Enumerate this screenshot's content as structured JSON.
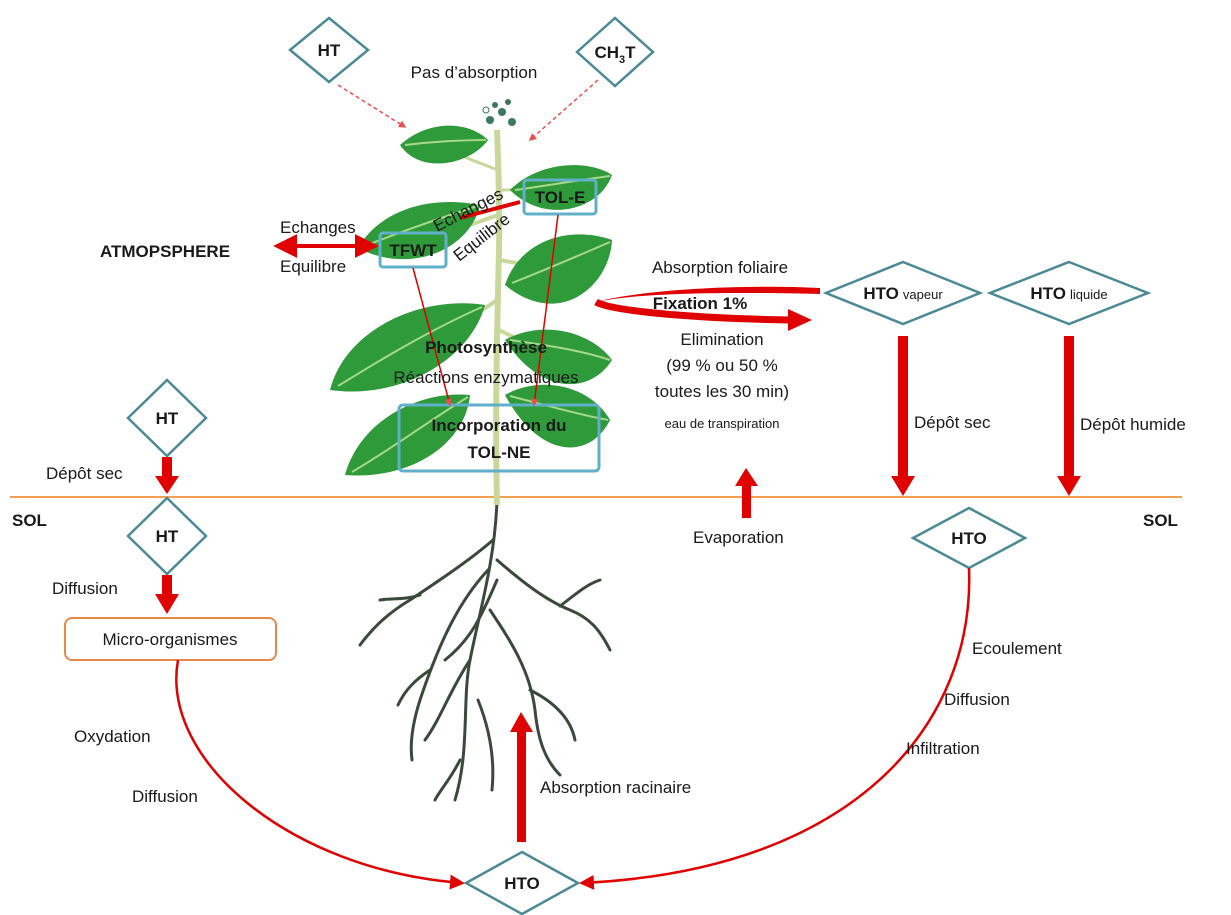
{
  "colors": {
    "arrow": "#e00000",
    "diamond_stroke": "#4a8a96",
    "box_stroke": "#5fb0c8",
    "micro_box_stroke": "#e8884a",
    "ground_line": "#f0a050",
    "leaf": "#2f9a3a",
    "leaf_dark": "#1f7a2a",
    "stem": "#c8d89a",
    "root": "#3a4a3a",
    "flower": "#3a7a5a"
  },
  "nodes": {
    "ht_top": "HT",
    "ch3t_main": "CH",
    "ch3t_sub": "3",
    "ch3t_end": "T",
    "ht_left": "HT",
    "ht_soil": "HT",
    "hto_vapeur_main": "HTO",
    "hto_vapeur_sub": "vapeur",
    "hto_liquide_main": "HTO",
    "hto_liquide_sub": "liquide",
    "hto_soil": "HTO",
    "hto_bottom": "HTO"
  },
  "boxes": {
    "tfwt": "TFWT",
    "tol_e": "TOL-E",
    "incorporation_line1": "Incorporation du",
    "incorporation_line2": "TOL-NE",
    "micro": "Micro-organismes"
  },
  "labels": {
    "pas_absorption": "Pas d’absorption",
    "atmosphere": "ATMOPSPHERE",
    "echanges": "Echanges",
    "equilibre": "Equilibre",
    "echanges_diag": "Echanges",
    "equilibre_diag": "Equilibre",
    "absorption_foliaire": "Absorption foliaire",
    "fixation": "Fixation 1%",
    "elimination": "Elimination",
    "elim_pct1": "(99 % ou 50 %",
    "elim_pct2": "toutes les 30 min)",
    "eau_transpiration": "eau de transpiration",
    "photosynthese": "Photosynthèse",
    "reactions": "Réactions enzymatiques",
    "depot_sec_left": "Dépôt sec",
    "depot_sec_right": "Dépôt sec",
    "depot_humide": "Dépôt humide",
    "sol_left": "SOL",
    "sol_right": "SOL",
    "evaporation": "Evaporation",
    "diffusion_left": "Diffusion",
    "oxydation": "Oxydation",
    "diffusion_bottom": "Diffusion",
    "ecoulement": "Ecoulement",
    "diffusion_right": "Diffusion",
    "infiltration": "Infiltration",
    "absorption_racinaire": "Absorption racinaire"
  }
}
